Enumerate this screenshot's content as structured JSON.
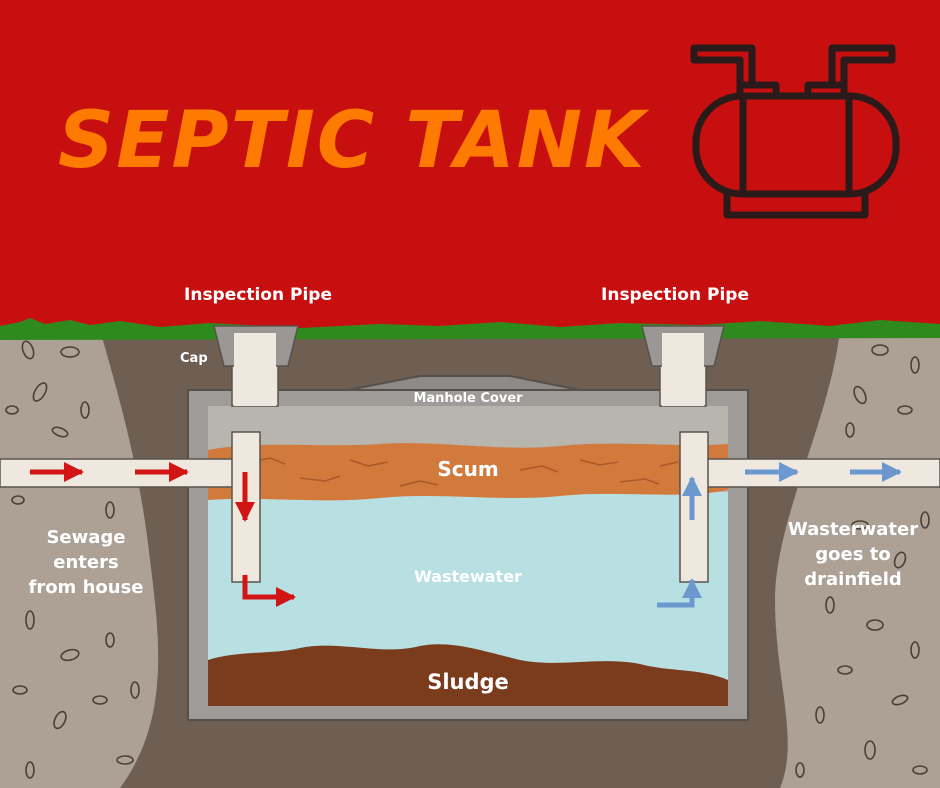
{
  "title": "SEPTIC TANK",
  "colors": {
    "background": "#c80f0f",
    "title": "#ff7a00",
    "icon_stroke": "#2a1a1a",
    "grass": "#2f8a1e",
    "soil": "#6e5f52",
    "gravel": "#ada094",
    "tank_wall": "#9e9b98",
    "pipe": "#efe8de",
    "scum": "#d27a3c",
    "wastewater": "#b8e0e3",
    "sludge": "#7a3c1c",
    "inflow_arrow": "#d21414",
    "outflow_arrow": "#6c98d0"
  },
  "icons": [
    "septic-tank-icon",
    "inflow-arrow-icon",
    "outflow-arrow-icon"
  ],
  "labels": {
    "inspection_pipe_left": "Inspection Pipe",
    "inspection_pipe_right": "Inspection Pipe",
    "cap": "Cap",
    "manhole_cover": "Manhole Cover",
    "scum": "Scum",
    "wastewater": "Wastewater",
    "sludge": "Sludge",
    "inlet": [
      "Sewage",
      "enters",
      "from house"
    ],
    "outlet": [
      "Wasterwater",
      "goes to",
      "drainfield"
    ]
  }
}
